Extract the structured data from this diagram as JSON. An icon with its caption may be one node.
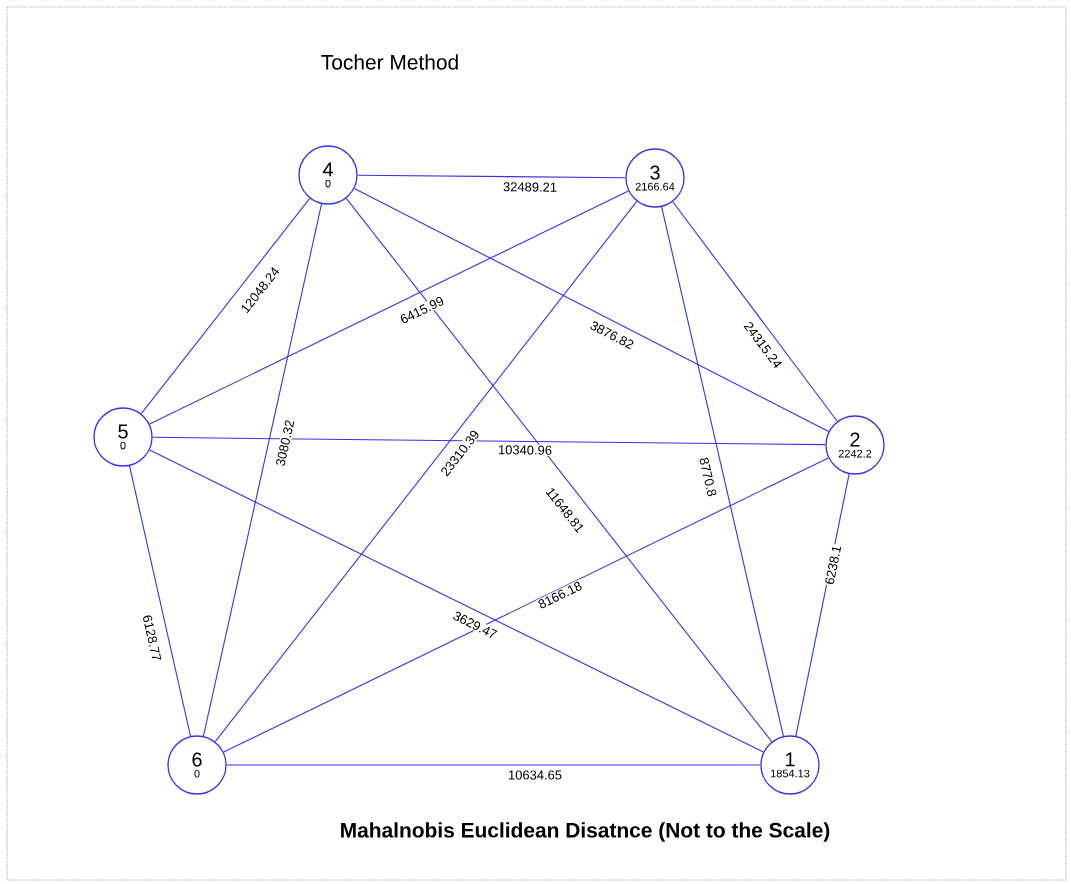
{
  "diagram": {
    "title": "Tocher Method",
    "caption": "Mahalnobis Euclidean Disatnce (Not to the Scale)",
    "nodes": [
      {
        "text": [
          "4",
          "0"
        ]
      },
      {
        "text": [
          "3",
          "2166.64"
        ]
      },
      {
        "text": [
          "5",
          "0"
        ]
      },
      {
        "text": [
          "2",
          "2242.2"
        ]
      },
      {
        "text": [
          "6",
          "0"
        ]
      },
      {
        "text": [
          "1",
          "1854.13"
        ]
      }
    ],
    "edges": [
      {
        "from": 0,
        "to": 1,
        "arrow": "none",
        "label": "32489.21"
      },
      {
        "from": 0,
        "to": 2,
        "arrow": "none",
        "label": "12048.24"
      },
      {
        "from": 0,
        "to": 4,
        "arrow": "none",
        "label": "3080.32"
      },
      {
        "from": 0,
        "to": 3,
        "arrow": "none",
        "label": "3876.82"
      },
      {
        "from": 0,
        "to": 5,
        "arrow": "none",
        "label": "11648.81"
      },
      {
        "from": 1,
        "to": 2,
        "arrow": "none",
        "label": "6415.99"
      },
      {
        "from": 1,
        "to": 4,
        "arrow": "none",
        "label": "23310.39"
      },
      {
        "from": 1,
        "to": 3,
        "arrow": "none",
        "label": "24315.24"
      },
      {
        "from": 1,
        "to": 5,
        "arrow": "none",
        "label": "8770.8"
      },
      {
        "from": 2,
        "to": 3,
        "arrow": "none",
        "label": "10340.96"
      },
      {
        "from": 2,
        "to": 5,
        "arrow": "none",
        "label": "3629.47"
      },
      {
        "from": 4,
        "to": 3,
        "arrow": "none",
        "label": "8166.18"
      },
      {
        "from": 2,
        "to": 4,
        "arrow": "none",
        "label": "6128.77"
      },
      {
        "from": 3,
        "to": 5,
        "arrow": "none",
        "label": "6238.1"
      },
      {
        "from": 4,
        "to": 5,
        "arrow": "none",
        "label": "10634.65"
      }
    ]
  }
}
